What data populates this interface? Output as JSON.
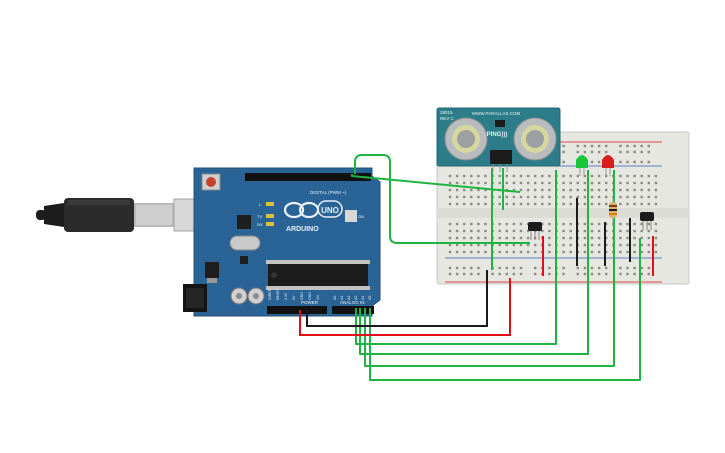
{
  "colors": {
    "background": "#ffffff",
    "arduino_board": "#2a6496",
    "breadboard": "#e7e7e2",
    "sensor_board": "#2c7d89",
    "wire_green": "#1fb341",
    "wire_red": "#e10f1a",
    "wire_black": "#1a1a1a",
    "led_green": "#19c639",
    "led_red": "#d91c1c"
  },
  "arduino": {
    "brand": "ARDUINO",
    "model": "UNO",
    "digital_header": "DIGITAL (PWM ~)",
    "power_header": "POWER",
    "analog_header": "ANALOG IN",
    "led_on": "ON",
    "led_l": "L",
    "led_tx": "TX",
    "led_rx": "RX",
    "analog_pins": [
      "A0",
      "A1",
      "A2",
      "A3",
      "A4",
      "A5"
    ],
    "power_pins": [
      "IOREF",
      "RESET",
      "3.3V",
      "5V",
      "GND",
      "GND",
      "Vin"
    ]
  },
  "sensor": {
    "model": "PING)))",
    "website": "WWW.PARALLAX.COM",
    "part_number": "28015",
    "revision": "REV C"
  },
  "icons": {
    "usb_cable": "usb-cable-icon",
    "power_jack": "power-jack-icon",
    "reset_button": "reset-button-icon",
    "led_green": "led-icon",
    "led_red": "led-icon",
    "resistor": "resistor-icon",
    "transistor": "transistor-icon"
  }
}
